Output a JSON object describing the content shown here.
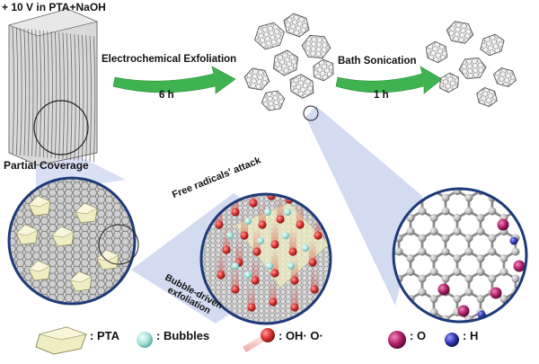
{
  "labels": {
    "top_condition": "+ 10 V in PTA+NaOH",
    "step1_name": "Electrochemical Exfoliation",
    "step1_time": "6 h",
    "step2_name": "Bath Sonication",
    "step2_time": "1 h",
    "partial_coverage": "Partial Coverage",
    "free_radicals": "Free radicals' attack",
    "bubble_driven": "Bubble-driven exfoliation"
  },
  "legend": [
    {
      "key": "pta",
      "label": ": PTA",
      "color": "#efeec3"
    },
    {
      "key": "bubbles",
      "label": ": Bubbles",
      "color": "#a9e4dc"
    },
    {
      "key": "oh",
      "label": ": OH· O·",
      "color": "#c62a2a"
    },
    {
      "key": "o",
      "label": ": O",
      "color": "#a01a5e"
    },
    {
      "key": "h",
      "label": ": H",
      "color": "#2d2f9c"
    }
  ],
  "colors": {
    "arrow": "#3fb34f",
    "ring": "#1e3a78",
    "zoom_cone": "#aebde6",
    "graphite": "#9a9a9a",
    "carbon": "#bdbdbd"
  }
}
